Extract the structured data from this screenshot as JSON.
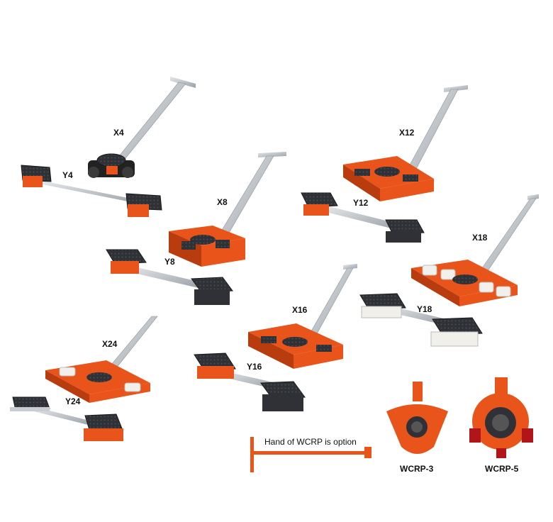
{
  "labels": {
    "x4": "X4",
    "y4": "Y4",
    "x8": "X8",
    "y8": "Y8",
    "x12": "X12",
    "y12": "Y12",
    "x16": "X16",
    "y16": "Y16",
    "x18": "X18",
    "y18": "Y18",
    "x24": "X24",
    "y24": "Y24",
    "wcrp3": "WCRP-3",
    "wcrp5": "WCRP-5"
  },
  "note": "Hand of WCRP is option",
  "colors": {
    "orange": "#e8541a",
    "orange_dark": "#b83c0e",
    "pad_dark": "#2f3136",
    "steel": "#c8cdd3",
    "steel_dark": "#8e959d",
    "roller_white": "#f2f0ea"
  }
}
